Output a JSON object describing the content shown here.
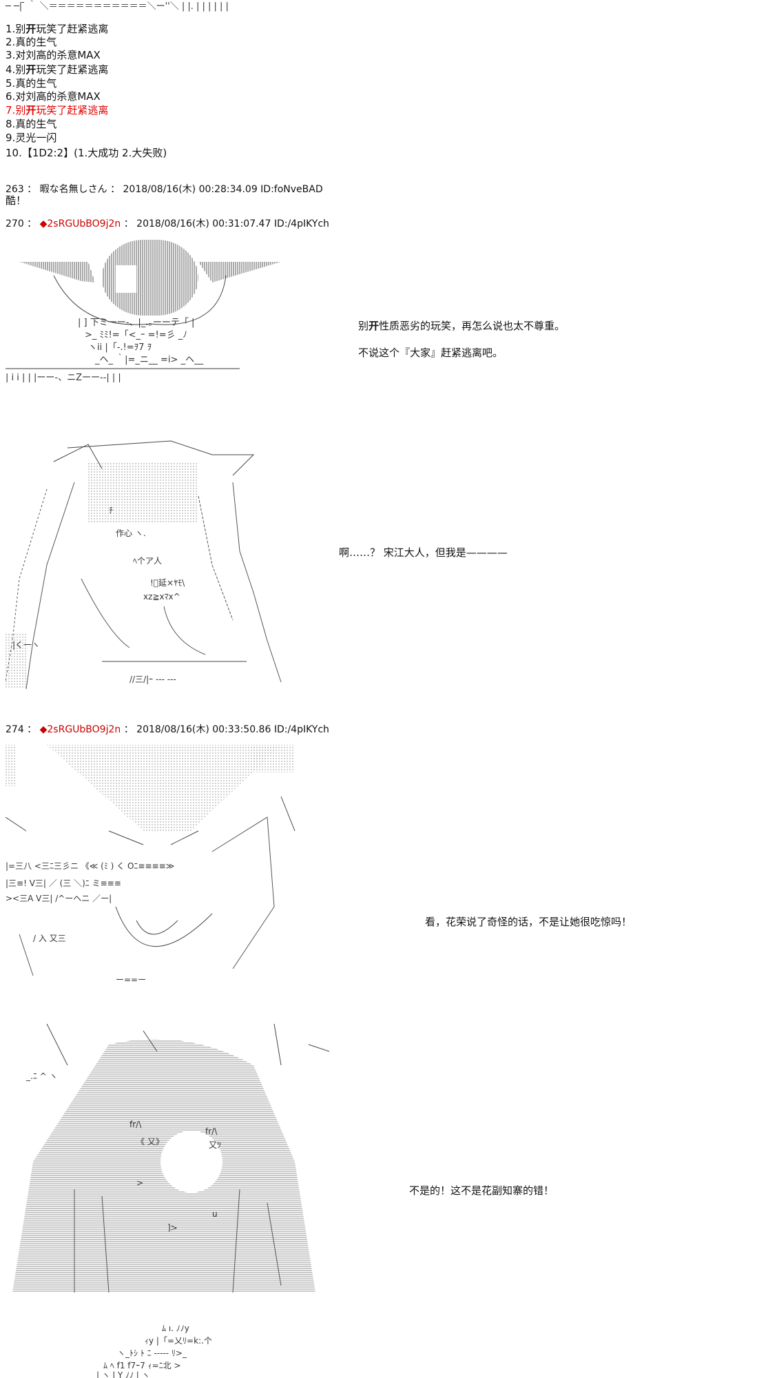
{
  "colors": {
    "text": "#111111",
    "highlight": "#e00000",
    "trip": "#cc0000"
  },
  "top_ascii": "─ ─| ̄  ｀ ＼＝＝＝＝＝＝＝＝＝＝＝＼ー''＼   | |. | | | | | |",
  "choices": [
    {
      "num": "1.",
      "pre": "别",
      "bold": "开",
      "post": "玩笑了赶紧逃离"
    },
    {
      "num": "2.",
      "pre": "真的生气",
      "bold": "",
      "post": ""
    },
    {
      "num": "3.",
      "pre": "对刘高的杀意MAX",
      "bold": "",
      "post": ""
    },
    {
      "num": "4.",
      "pre": "别",
      "bold": "开",
      "post": "玩笑了赶紧逃离"
    },
    {
      "num": "5.",
      "pre": "真的生气",
      "bold": "",
      "post": ""
    },
    {
      "num": "6.",
      "pre": "对刘高的杀意MAX",
      "bold": "",
      "post": ""
    },
    {
      "num": "7.",
      "pre": "别",
      "bold": "开",
      "post": "玩笑了赶紧逃离"
    },
    {
      "num": "8.",
      "pre": "真的生气",
      "bold": "",
      "post": ""
    },
    {
      "num": "9.",
      "pre": "灵光一闪",
      "bold": "",
      "post": ""
    },
    {
      "num": "10.",
      "pre": "【1D2:2】(1.大成功  2.大失败)",
      "bold": "",
      "post": ""
    }
  ],
  "post263": {
    "header": "263 ： 暇な名無しさん ： 2018/08/16(木) 00:28:34.09 ID:foNveBAD",
    "body": "酷！"
  },
  "post270": {
    "num": "270 ： ",
    "trip": "◆2sRGUbBO9j2n",
    "rest": " ： 2018/08/16(木) 00:31:07.47 ID:/4pIKYch"
  },
  "post274": {
    "num": "274 ： ",
    "trip": "◆2sRGUbBO9j2n",
    "rest": " ： 2018/08/16(木) 00:33:50.86 ID:/4pIKYch"
  },
  "dialogue": {
    "d1a_pre": "别",
    "d1a_bold": "开",
    "d1a_post": "性质恶劣的玩笑，再怎么说也太不尊重。",
    "d1b": "不说这个『大家』赶紧逃离吧。",
    "d2": "啊……？  宋江大人，但我是————",
    "d3": "看，花荣说了奇怪的话，不是让她很吃惊吗！",
    "d4": "不是的！这不是花副知寨的错！"
  },
  "ascii_art": [
    {
      "id": "aa-eye",
      "description": "eye-shaped ascii art with hatched iris"
    },
    {
      "id": "aa-girl-1",
      "description": "long-haired character ascii art"
    },
    {
      "id": "aa-face-closeup",
      "description": "surprised face close-up ascii art"
    },
    {
      "id": "aa-girl-2",
      "description": "character with spiky hair ascii art"
    },
    {
      "id": "aa-bottom",
      "description": "partial ascii art at page bottom"
    }
  ]
}
